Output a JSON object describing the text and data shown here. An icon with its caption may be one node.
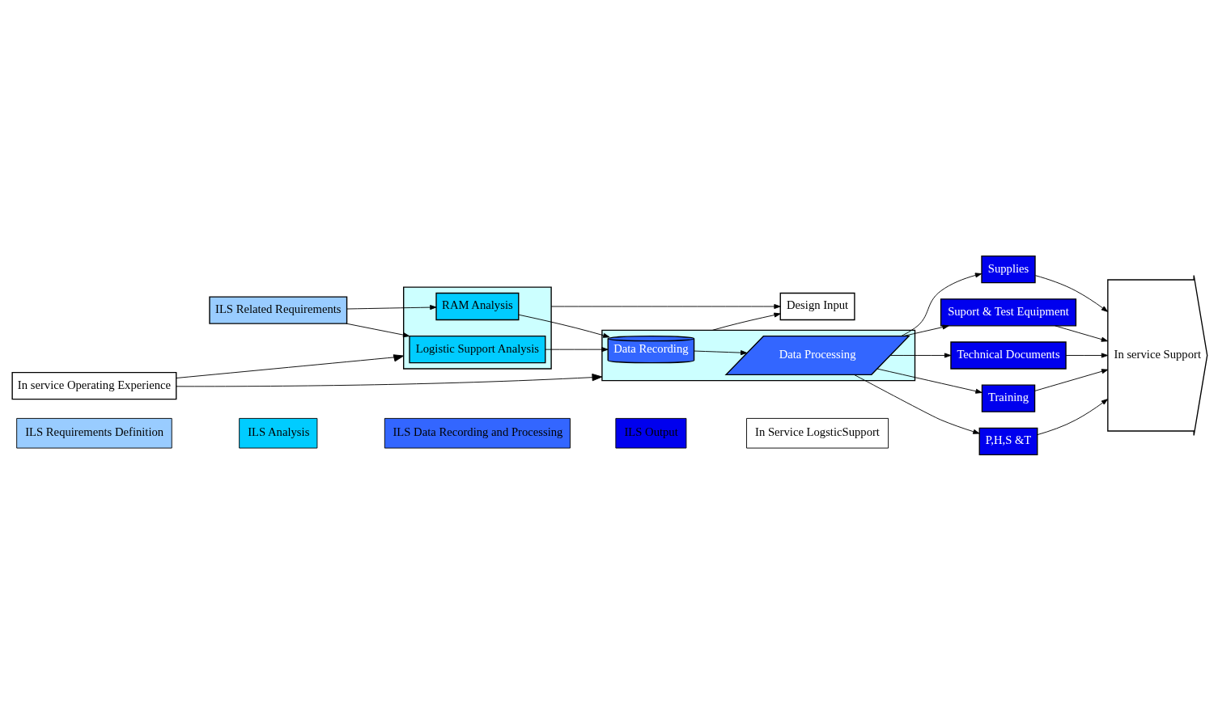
{
  "diagram": {
    "nodes": [
      {
        "text": [
          "ILS Related Requirements"
        ]
      },
      {
        "text": [],
        "shape": "box"
      },
      {
        "text": [
          "RAM Analysis"
        ],
        "in": 1
      },
      {
        "text": [
          "Logistic Support Analysis"
        ],
        "in": 1
      },
      {
        "text": [],
        "shape": "box"
      },
      {
        "text": [
          "Data Recording"
        ],
        "in": 4
      },
      {
        "text": [
          "Data Processing"
        ],
        "in": 4
      },
      {
        "text": [
          "In service Operating Experience"
        ]
      },
      {
        "text": [
          "Design Input"
        ]
      },
      {
        "text": [
          "Supplies"
        ]
      },
      {
        "text": [
          "Suport & Test Equipment"
        ]
      },
      {
        "text": [
          "Technical Documents"
        ]
      },
      {
        "text": [
          "Training"
        ]
      },
      {
        "text": [
          "P,H,S &T"
        ]
      },
      {
        "text": [
          "In service Support"
        ]
      }
    ],
    "edges": [
      {
        "from": 7,
        "to": 1,
        "arrow": "to"
      },
      {
        "from": 7,
        "to": 4,
        "arrow": "to"
      },
      {
        "from": 0,
        "to": 2,
        "arrow": "to"
      },
      {
        "from": 0,
        "to": 3,
        "arrow": "to"
      },
      {
        "from": 2,
        "to": 5,
        "arrow": "to"
      },
      {
        "from": 3,
        "to": 5,
        "arrow": "to"
      },
      {
        "from": 5,
        "to": 6,
        "arrow": "to"
      },
      {
        "from": 6,
        "to": 9,
        "arrow": "to"
      },
      {
        "from": 6,
        "to": 10,
        "arrow": "to"
      },
      {
        "from": 6,
        "to": 11,
        "arrow": "to"
      },
      {
        "from": 6,
        "to": 12,
        "arrow": "to"
      },
      {
        "from": 6,
        "to": 13,
        "arrow": "to"
      },
      {
        "from": 9,
        "to": 14,
        "arrow": "to"
      },
      {
        "from": 10,
        "to": 14,
        "arrow": "to"
      },
      {
        "from": 11,
        "to": 14,
        "arrow": "to"
      },
      {
        "from": 12,
        "to": 14,
        "arrow": "to"
      },
      {
        "from": 13,
        "to": 14,
        "arrow": "to"
      },
      {
        "from": 1,
        "to": 8,
        "arrow": "to"
      },
      {
        "from": 4,
        "to": 8,
        "arrow": "to"
      }
    ],
    "legend": [
      {
        "text": "ILS Requirements Definition",
        "color": "#99ccff"
      },
      {
        "text": "ILS Analysis",
        "color": "#00ccff"
      },
      {
        "text": "ILS Data Recording and Processing",
        "color": "#3366ff"
      },
      {
        "text": "ILS Output",
        "color": "#0000ee"
      },
      {
        "text": "In Service LogsticSupport",
        "color": "#ffffff"
      }
    ]
  }
}
